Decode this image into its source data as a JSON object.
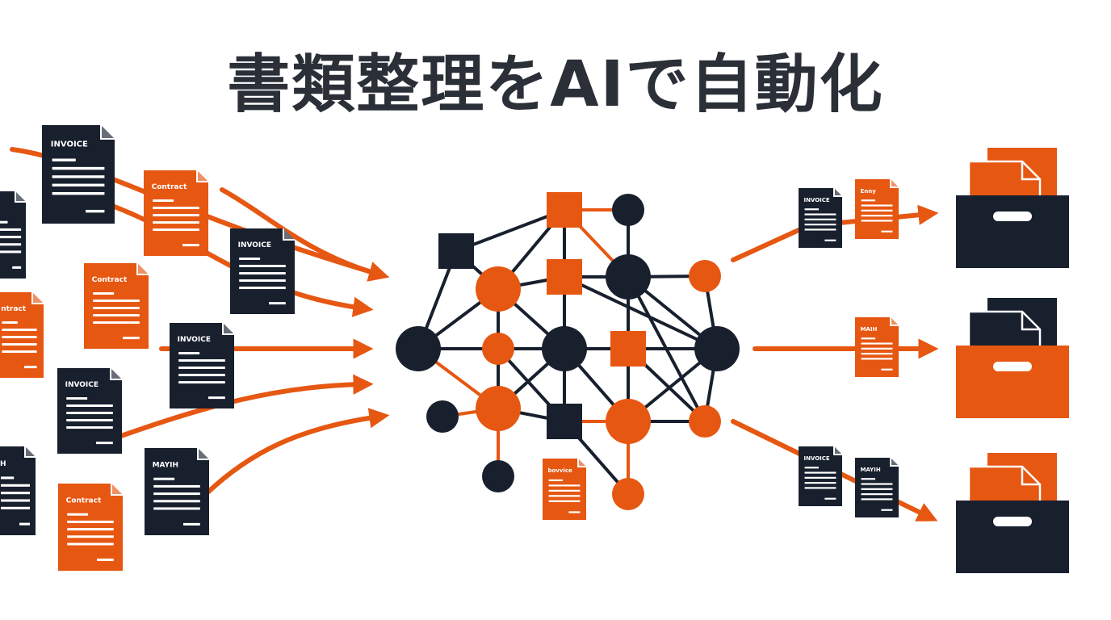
{
  "title": "書類整理をAIで自動化",
  "colors": {
    "navy": "#18202e",
    "orange": "#e65712",
    "text": "#2b3038",
    "white": "#ffffff"
  },
  "icons": {
    "document": "document-icon",
    "archive_box": "archive-box-icon",
    "arrow": "flow-arrow-icon",
    "network": "neural-network-icon"
  },
  "documents": [
    {
      "label": "INVOICE",
      "color": "navy"
    },
    {
      "label": "",
      "color": "navy"
    },
    {
      "label": "Contract",
      "color": "orange"
    },
    {
      "label": "INVOICE",
      "color": "navy"
    },
    {
      "label": "Contract",
      "color": "orange"
    },
    {
      "label": "ntract",
      "color": "orange"
    },
    {
      "label": "INVOICE",
      "color": "navy"
    },
    {
      "label": "INVOICE",
      "color": "navy"
    },
    {
      "label": "H",
      "color": "navy"
    },
    {
      "label": "MAYIH",
      "color": "navy"
    },
    {
      "label": "Contract",
      "color": "orange"
    },
    {
      "label": "bovvice",
      "color": "orange"
    },
    {
      "label": "INVOICE",
      "color": "navy"
    },
    {
      "label": "Enny",
      "color": "orange"
    },
    {
      "label": "MAIH",
      "color": "orange"
    },
    {
      "label": "INVOICE",
      "color": "navy"
    },
    {
      "label": "MAYIH",
      "color": "navy"
    }
  ]
}
